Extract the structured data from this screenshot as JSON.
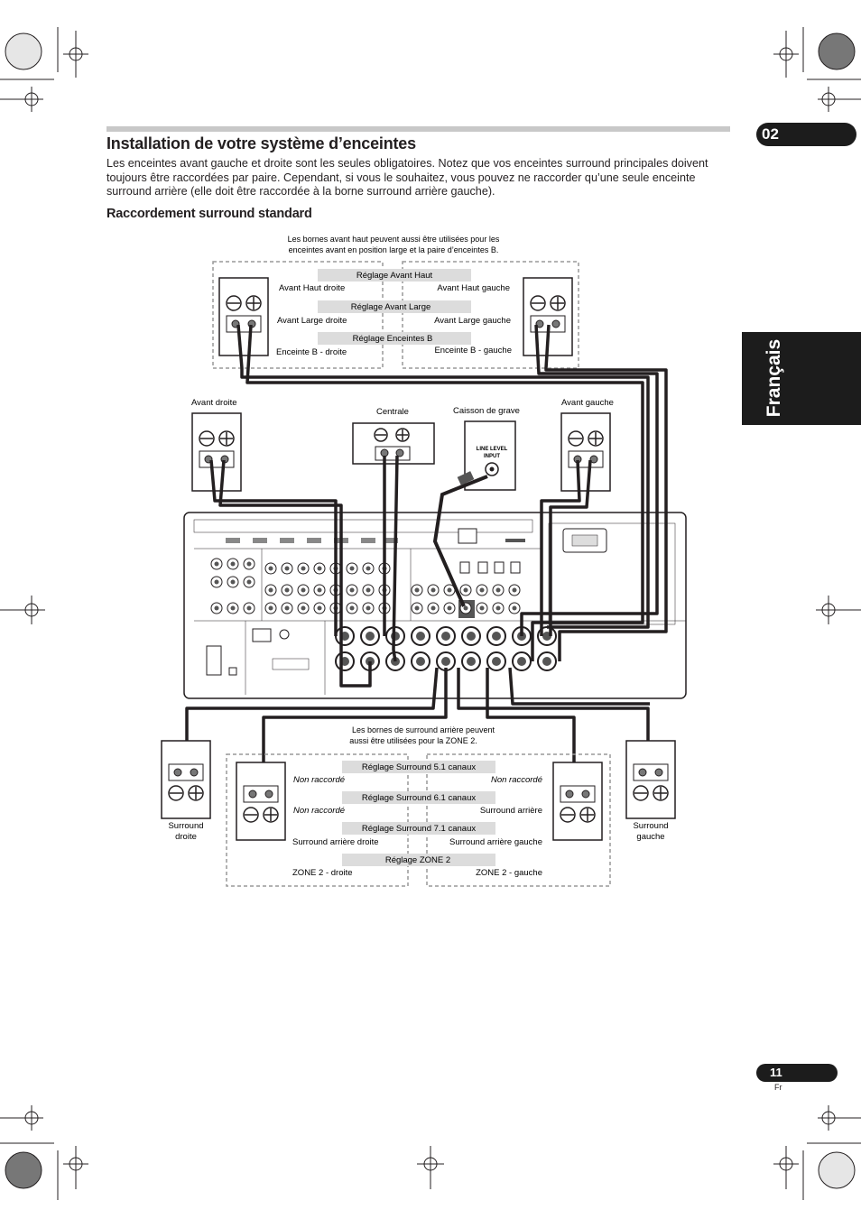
{
  "header": {
    "chapter": "02",
    "language_tab": "Français"
  },
  "footer": {
    "page_number": "11",
    "lang_code": "Fr"
  },
  "section": {
    "title": "Installation de votre système d’enceintes",
    "intro": "Les enceintes avant gauche et droite sont les seules obligatoires. Notez que vos enceintes surround principales doivent toujours être raccordées par paire. Cependant, si vous le souhaitez, vous pouvez ne raccorder qu’une seule enceinte surround arrière (elle doit être raccordée à la borne surround arrière gauche).",
    "subtitle": "Raccordement surround standard"
  },
  "diagram": {
    "top_note_1": "Les bornes avant haut peuvent aussi être utilisées pour les",
    "top_note_2": "enceintes avant en position large et la paire d’enceintes B.",
    "reglage_avant_haut": "Réglage Avant Haut",
    "avant_haut_droite": "Avant Haut droite",
    "avant_haut_gauche": "Avant Haut gauche",
    "reglage_avant_large": "Réglage Avant Large",
    "avant_large_droite": "Avant Large droite",
    "avant_large_gauche": "Avant Large gauche",
    "reglage_enceintes_b": "Réglage Enceintes B",
    "enceinte_b_droite": "Enceinte B - droite",
    "enceinte_b_gauche": "Enceinte B - gauche",
    "avant_droite": "Avant droite",
    "centrale": "Centrale",
    "caisson": "Caisson de grave",
    "avant_gauche": "Avant gauche",
    "line_level_1": "LINE LEVEL",
    "line_level_2": "INPUT",
    "bottom_note_1": "Les bornes de surround arrière peuvent",
    "bottom_note_2": "aussi être utilisées pour la ZONE 2.",
    "reglage_51": "Réglage Surround 5.1 canaux",
    "non_raccorde": "Non raccordé",
    "reglage_61": "Réglage Surround 6.1 canaux",
    "surround_arriere": "Surround arrière",
    "reglage_71": "Réglage Surround 7.1 canaux",
    "surround_arriere_droite": "Surround arrière droite",
    "surround_arriere_gauche": "Surround arrière gauche",
    "reglage_zone2": "Réglage ZONE 2",
    "zone2_droite": "ZONE 2 - droite",
    "zone2_gauche": "ZONE 2 - gauche",
    "surround_droite_1": "Surround",
    "surround_droite_2": "droite",
    "surround_gauche_1": "Surround",
    "surround_gauche_2": "gauche"
  }
}
